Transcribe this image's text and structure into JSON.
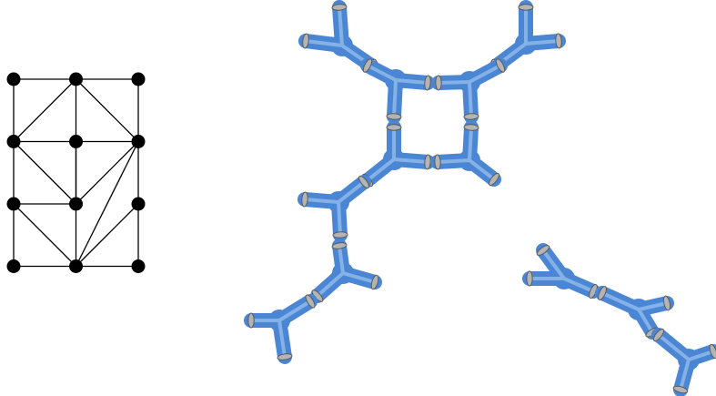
{
  "graph": {
    "nodes": [
      {
        "id": "a1",
        "col": 0,
        "row": 0
      },
      {
        "id": "b1",
        "col": 1,
        "row": 0
      },
      {
        "id": "c1",
        "col": 2,
        "row": 0
      },
      {
        "id": "a2",
        "col": 0,
        "row": 1
      },
      {
        "id": "b2",
        "col": 1,
        "row": 1
      },
      {
        "id": "c2",
        "col": 2,
        "row": 1
      },
      {
        "id": "a3",
        "col": 0,
        "row": 2
      },
      {
        "id": "b3",
        "col": 1,
        "row": 2
      },
      {
        "id": "c3",
        "col": 2,
        "row": 2
      },
      {
        "id": "a4",
        "col": 0,
        "row": 3
      },
      {
        "id": "b4",
        "col": 1,
        "row": 3
      },
      {
        "id": "c4",
        "col": 2,
        "row": 3
      }
    ],
    "edges": [
      [
        "a1",
        "b1"
      ],
      [
        "b1",
        "c1"
      ],
      [
        "a2",
        "b2"
      ],
      [
        "b2",
        "c2"
      ],
      [
        "a3",
        "b3"
      ],
      [
        "a4",
        "b4"
      ],
      [
        "b4",
        "c4"
      ],
      [
        "a1",
        "a2"
      ],
      [
        "a2",
        "a3"
      ],
      [
        "a3",
        "a4"
      ],
      [
        "b1",
        "b2"
      ],
      [
        "b2",
        "b3"
      ],
      [
        "b3",
        "b4"
      ],
      [
        "c1",
        "c2"
      ],
      [
        "c2",
        "c3"
      ],
      [
        "c3",
        "c4"
      ],
      [
        "a2",
        "b1"
      ],
      [
        "b1",
        "c2"
      ],
      [
        "a2",
        "b3"
      ],
      [
        "b3",
        "c2"
      ],
      [
        "a3",
        "b4"
      ],
      [
        "c2",
        "b4"
      ],
      [
        "c3",
        "b4"
      ],
      [
        "b2",
        "b3"
      ]
    ],
    "colors": {
      "node": "#000000",
      "edge": "#000000"
    }
  },
  "pieces": {
    "colors": {
      "fill": "#4a86d4",
      "highlight": "#9cc4f0",
      "cap": "#b4b4b4",
      "cap_stroke": "#5a5a5a"
    }
  }
}
